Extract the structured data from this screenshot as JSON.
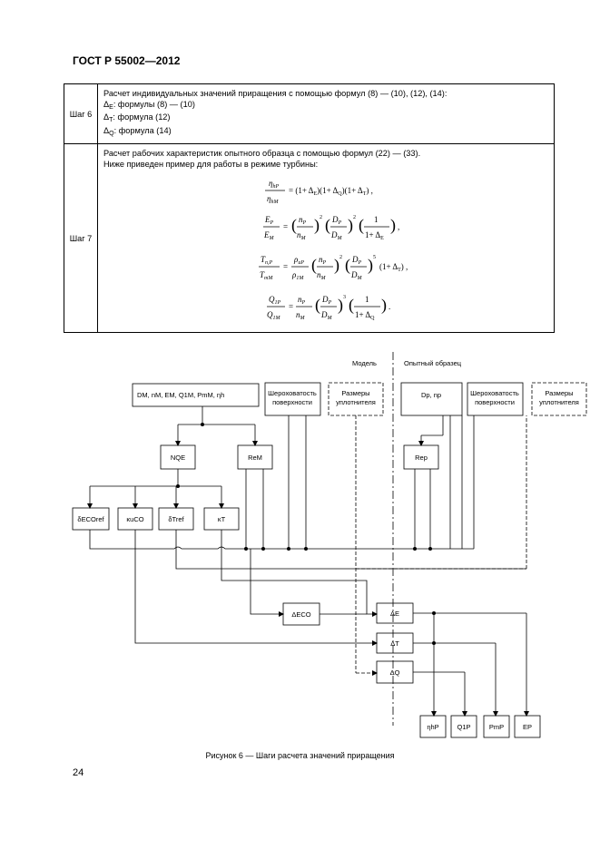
{
  "header": {
    "doc_id": "ГОСТ Р 55002—2012"
  },
  "step6": {
    "label": "Шаг 6",
    "intro": "Расчет индивидуальных значений приращения с помощью формул (8) — (10), (12), (14):",
    "items": [
      {
        "sym": "Δ",
        "sub": "E",
        "text": ": формулы (8) — (10)"
      },
      {
        "sym": "Δ",
        "sub": "T",
        "text": ": формула (12)"
      },
      {
        "sym": "Δ",
        "sub": "Q",
        "text": ": формула (14)"
      }
    ]
  },
  "step7": {
    "label": "Шаг 7",
    "line1": "Расчет рабочих характеристик опытного образца с помощью формул (22) — (33).",
    "line2": "Ниже приведен пример для работы в режиме турбины:"
  },
  "diagram": {
    "label_model": "Модель",
    "label_prototype": "Опытный образец",
    "input_params": "DM, nM, EM, Q1M, PmM, ηh",
    "roughness_line1": "Шероховатость",
    "roughness_line2": "поверхности",
    "seal_line1": "Размеры",
    "seal_line2": "уплотнителя",
    "proto_params": "Dp, np",
    "nqe": "NQE",
    "rem": "ReM",
    "rep": "Rep",
    "d_ecoref": "δECOref",
    "k_uco": "κuCO",
    "d_tref": "δTref",
    "k_t": "κT",
    "d_eco": "ΔECO",
    "d_e": "ΔE",
    "d_t": "ΔT",
    "d_q": "ΔQ",
    "out_eta": "ηhP",
    "out_q": "Q1P",
    "out_p": "PmP",
    "out_e": "EP"
  },
  "caption": "Рисунок 6 — Шаги расчета значений приращения",
  "page_number": "24"
}
